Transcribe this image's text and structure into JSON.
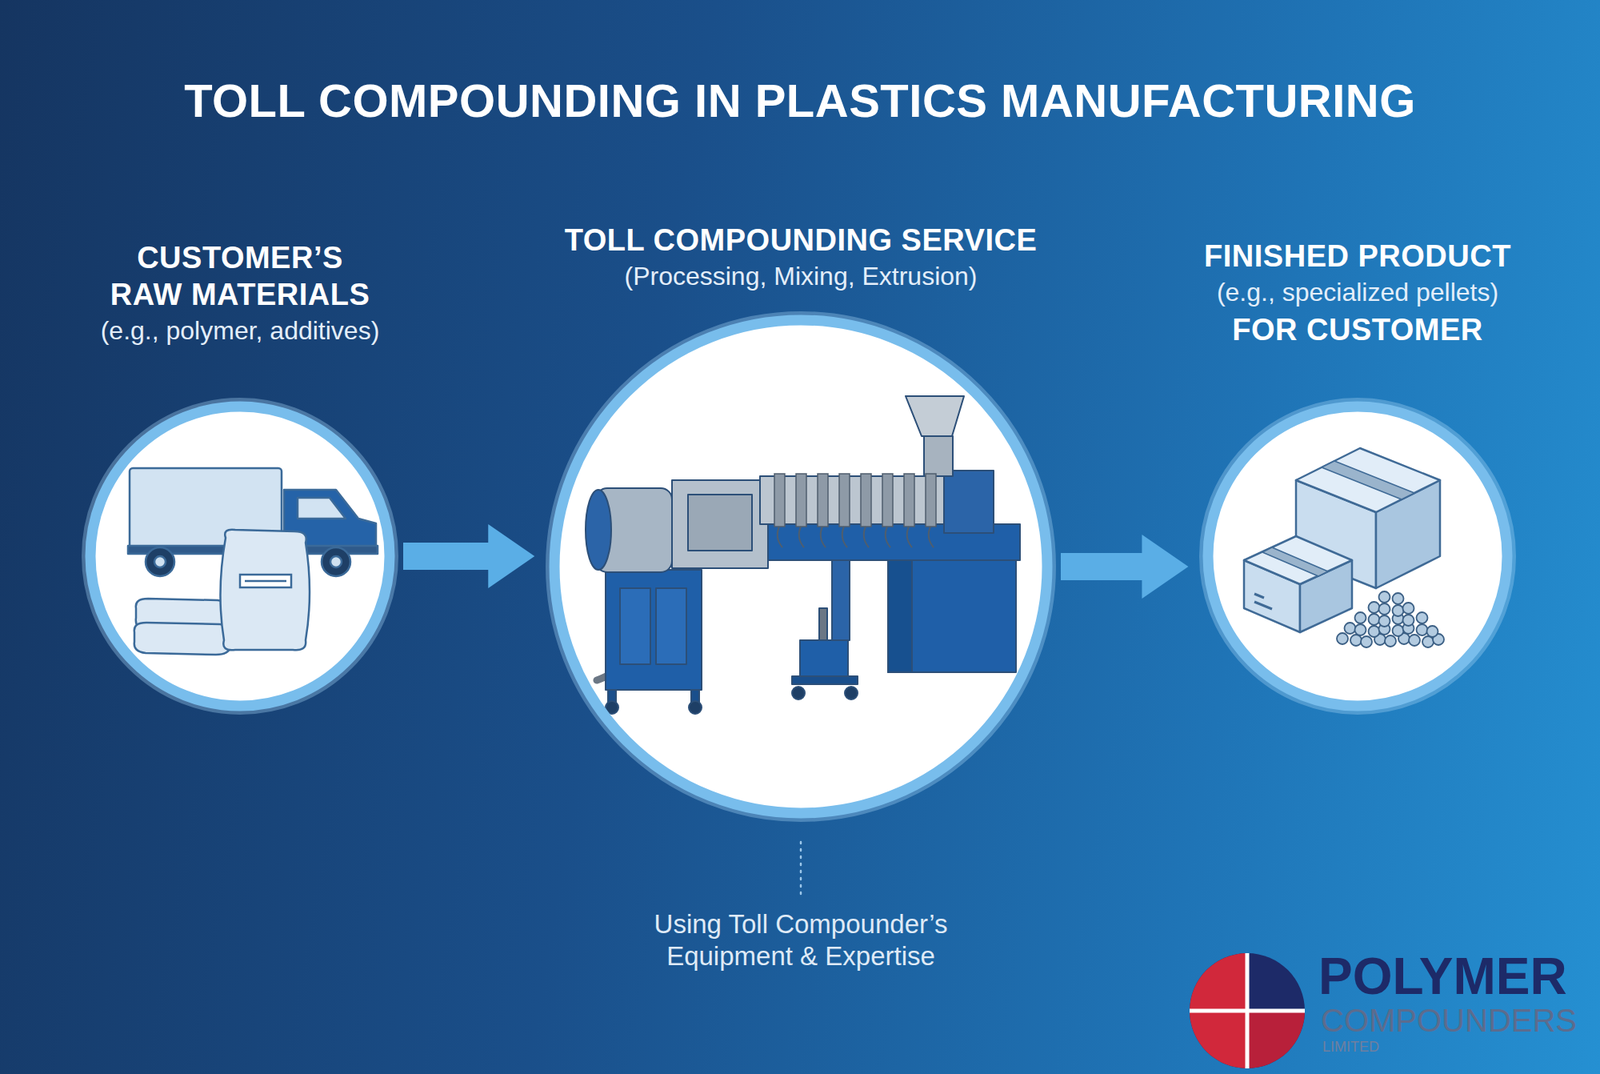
{
  "diagram": {
    "title": "TOLL COMPOUNDING IN PLASTICS MANUFACTURING",
    "nodes": [
      {
        "text": [
          "CUSTOMER’S RAW MATERIALS",
          "(e.g., polymer, additives)"
        ]
      },
      {
        "text": [
          "TOLL COMPOUNDING SERVICE",
          "(Processing, Mixing, Extrusion)"
        ]
      },
      {
        "text": [
          "FINISHED PRODUCT",
          "(e.g., specialized pellets)",
          "FOR CUSTOMER"
        ]
      }
    ],
    "edges": [
      {
        "from": 0,
        "to": 1,
        "arrow": "to"
      },
      {
        "from": 1,
        "to": 2,
        "arrow": "to"
      }
    ],
    "labels": [
      "Using Toll Compounder’s Equipment & Expertise",
      "POLYMER",
      "COMPOUNDERS",
      "LIMITED"
    ]
  }
}
